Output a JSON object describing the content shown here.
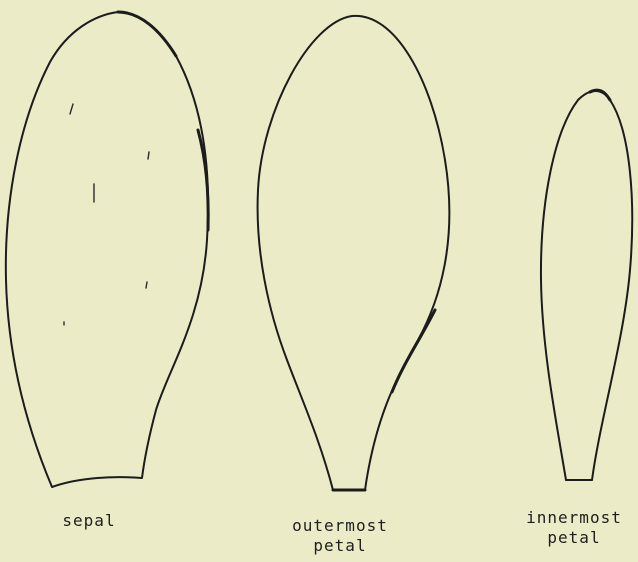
{
  "labels": {
    "sepal": [
      "sepal"
    ],
    "outermost_petal": [
      "outermost",
      "petal"
    ],
    "innermost_petal": [
      "innermost",
      "petal"
    ]
  },
  "colors": {
    "background": "#ecebc8",
    "ink": "#1c1c1c"
  }
}
